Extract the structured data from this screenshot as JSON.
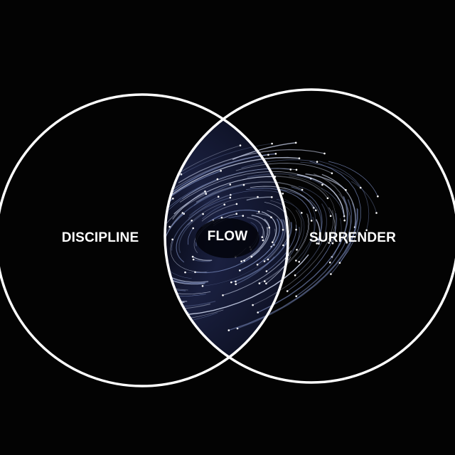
{
  "diagram": {
    "type": "venn",
    "sets": [
      {
        "label": "DISCIPLINE"
      },
      {
        "label": "SURRENDER"
      }
    ],
    "intersection": {
      "label": "FLOW"
    },
    "colors": {
      "background": "#030303",
      "stroke": "#ffffff",
      "swirl": "#1a2040"
    }
  }
}
